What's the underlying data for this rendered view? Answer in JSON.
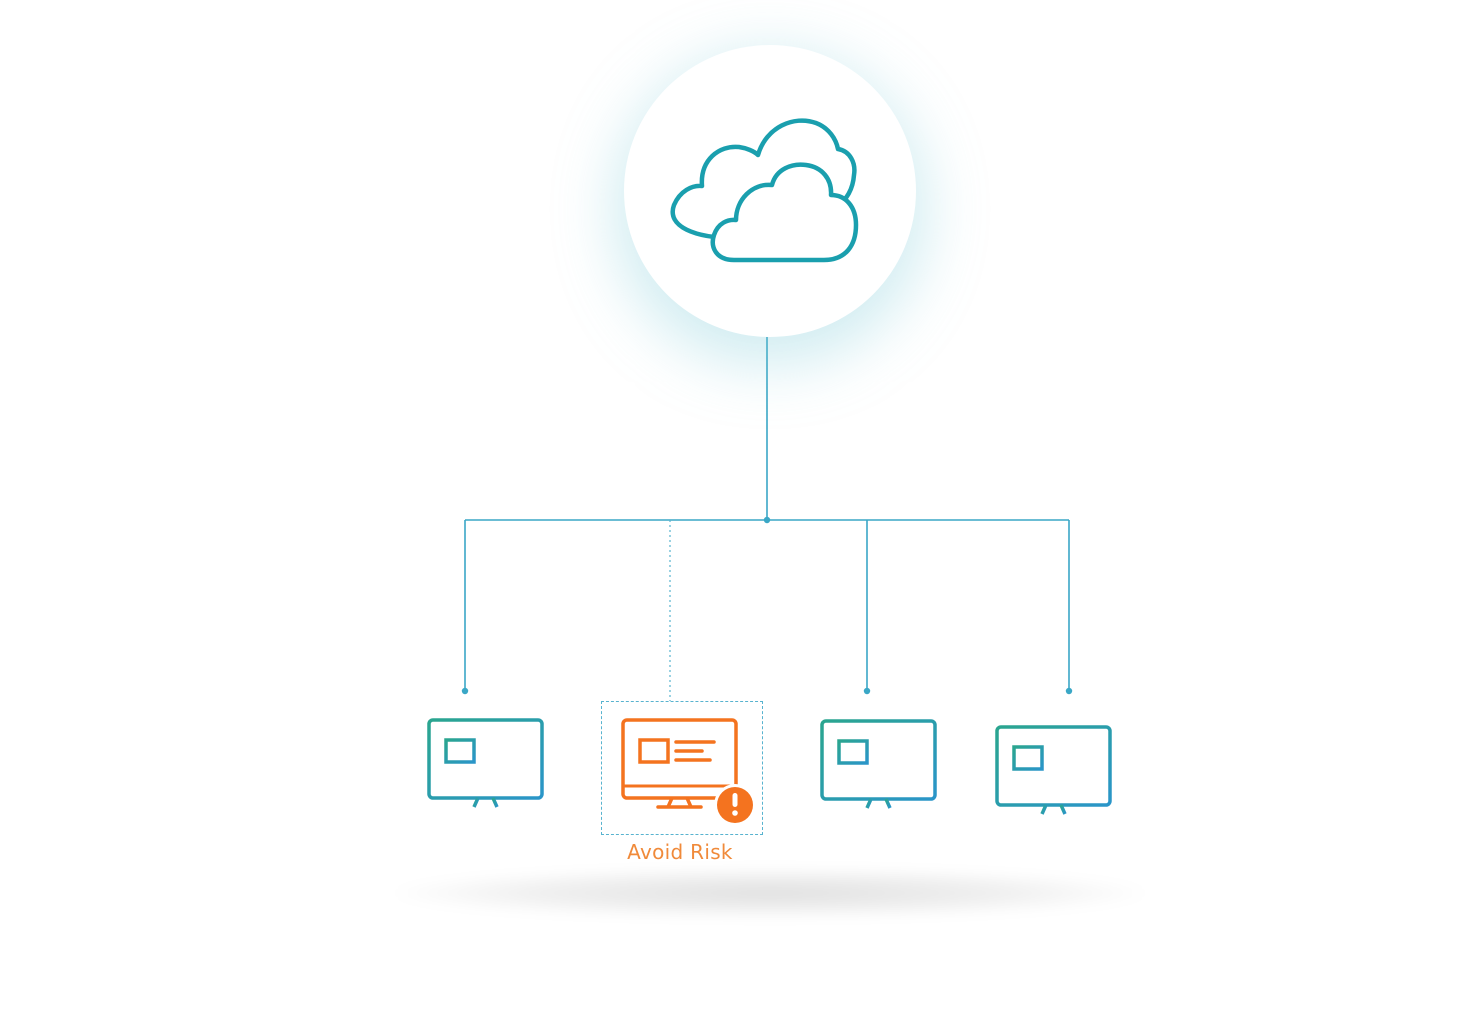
{
  "diagram": {
    "root": {
      "icon": "cloud-icon"
    },
    "nodes": [
      {
        "icon": "monitor-icon",
        "status": "normal"
      },
      {
        "icon": "monitor-icon",
        "status": "risk",
        "badge_icon": "alert-icon",
        "label": "Avoid Risk"
      },
      {
        "icon": "monitor-icon",
        "status": "normal"
      },
      {
        "icon": "monitor-icon",
        "status": "normal"
      }
    ]
  },
  "colors": {
    "teal": "#1a9fae",
    "teal_gradient_start": "#2aa58f",
    "teal_gradient_end": "#2a95c9",
    "connector": "#3aa7c6",
    "risk_orange": "#f4731f",
    "label_orange": "#f08a3a"
  }
}
